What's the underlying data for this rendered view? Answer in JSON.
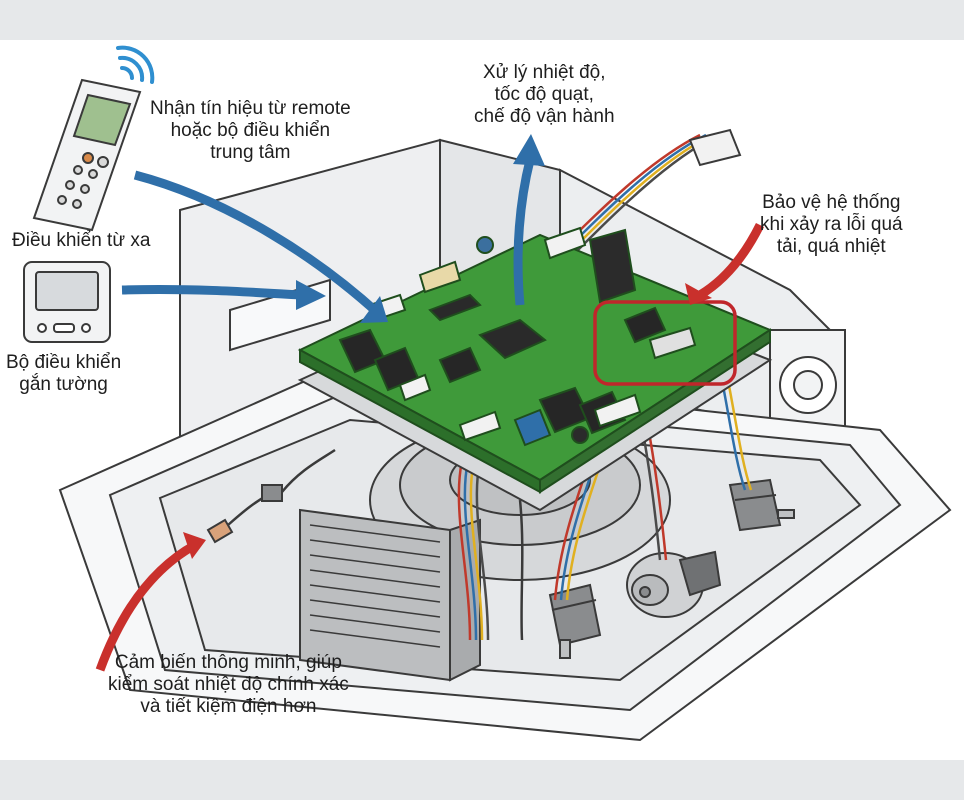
{
  "colors": {
    "pcb": "#3f9a3a",
    "pcb_dark": "#2c6f2a",
    "arrow_blue": "#2f6fa9",
    "arrow_red": "#c9302c",
    "highlight": "#c0262b",
    "housing": "#f1f2f3",
    "outline": "#3a3a3a"
  },
  "labels": {
    "receive_signal": [
      "Nhận tín hiệu từ remote",
      "hoặc bộ điều khiển",
      "trung tâm"
    ],
    "remote": [
      "Điều khiển từ xa"
    ],
    "wall_controller": [
      "Bộ điều khiển",
      "gắn tường"
    ],
    "process": [
      "Xử lý nhiệt độ,",
      "tốc độ quạt,",
      "chế độ vận hành"
    ],
    "protection": [
      "Bảo vệ hệ thống",
      "khi xảy ra lỗi quá",
      "tải, quá nhiệt"
    ],
    "sensor": [
      "Cảm biến thông minh, giúp",
      "kiểm soát nhiệt độ chính xác",
      "và tiết kiệm điện hơn"
    ]
  },
  "icons": {
    "remote": "remote-control-icon",
    "wifi": "wireless-signal-icon",
    "wall_panel": "wall-controller-icon",
    "board": "pcb-board",
    "sensor": "temperature-sensor",
    "motor": "stepper-motor"
  }
}
